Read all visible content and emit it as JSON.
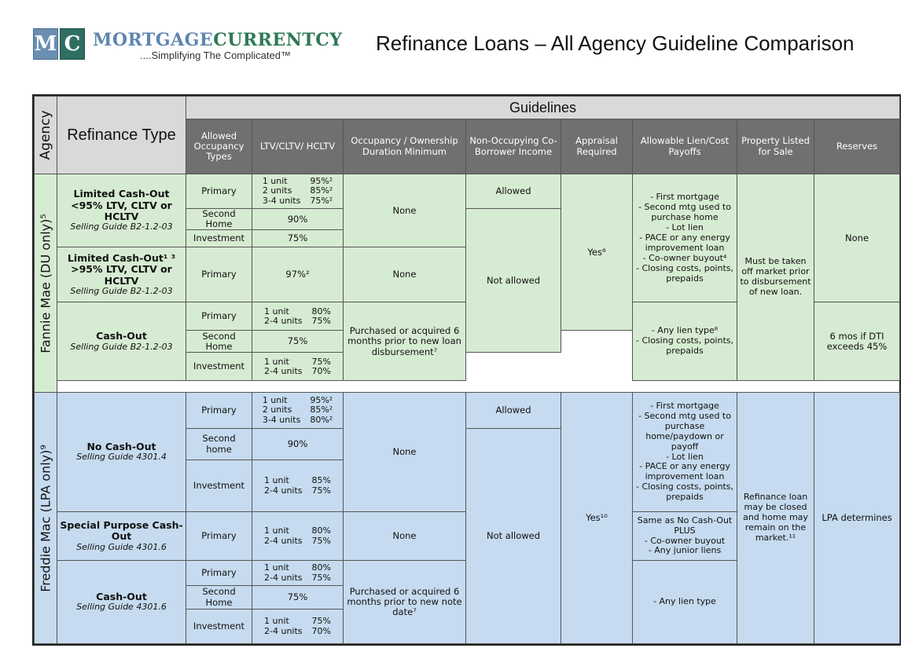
{
  "header": {
    "logo_m": "M",
    "logo_c": "C",
    "logo_name_1": "MORTGAGE",
    "logo_name_2": "CURRENTCY",
    "logo_tagline": "....Simplifying The Complicated™",
    "title": "Refinance Loans – All Agency Guideline Comparison"
  },
  "table": {
    "agency_header": "Agency",
    "refinance_header": "Refinance Type",
    "guidelines_header": "Guidelines",
    "columns": [
      "Allowed Occupancy Types",
      "LTV/CLTV/ HCLTV",
      "Occupancy / Ownership Duration Minimum",
      "Non-Occupying Co-Borrower Income",
      "Appraisal Required",
      "Allowable Lien/Cost Payoffs",
      "Property Listed for Sale",
      "Reserves"
    ],
    "fannie": {
      "agency": "Fannie Mae (DU only)⁵",
      "lco1_type": "Limited Cash-Out <95% LTV, CLTV or HCLTV",
      "lco1_sub": "Selling Guide B2-1.2-03",
      "lco1_primary": "Primary",
      "lco1_primary_ltv": [
        "1 unit",
        "95%²",
        "2 units",
        "85%²",
        "3-4 units",
        "75%²"
      ],
      "lco1_second": "Second Home",
      "lco1_second_ltv": "90%",
      "lco1_invest": "Investment",
      "lco1_invest_ltv": "75%",
      "lco_occ_dur": "None",
      "lco_nonocc": "Allowed",
      "lco2_type": "Limited Cash-Out¹ ³ >95% LTV, CLTV or HCLTV",
      "lco2_sub": "Selling Guide B2-1.2-03",
      "lco2_primary": "Primary",
      "lco2_ltv": "97%²",
      "lco2_occ_dur": "None",
      "nonocc_not": "Not allowed",
      "appraisal": "Yes⁶",
      "lco_liens": [
        "- First mortgage",
        "- Second mtg used to purchase home",
        "- Lot lien",
        "- PACE or any energy improvement loan",
        "- Co-owner buyout⁴",
        "- Closing costs, points, prepaids"
      ],
      "listed": "Must be taken off market prior to disbursement of new loan.",
      "lco_reserves": "None",
      "co_type": "Cash-Out",
      "co_sub": "Selling Guide B2-1.2-03",
      "co_primary": "Primary",
      "co_primary_ltv": [
        "1 unit",
        "80%",
        "2-4 units",
        "75%"
      ],
      "co_second": "Second Home",
      "co_second_ltv": "75%",
      "co_invest": "Investment",
      "co_invest_ltv": [
        "1 unit",
        "75%",
        "2-4 units",
        "70%"
      ],
      "co_occ_dur": "Purchased or acquired 6 months prior to new loan disbursement⁷",
      "co_liens": [
        "- Any lien type⁸",
        "- Closing costs, points, prepaids"
      ],
      "co_reserves": "6 mos if DTI exceeds 45%"
    },
    "freddie": {
      "agency": "Freddie Mac (LPA only)⁹",
      "nco_type": "No Cash-Out",
      "nco_sub": "Selling Guide 4301.4",
      "nco_primary": "Primary",
      "nco_primary_ltv": [
        "1 unit",
        "95%²",
        "2 units",
        "85%²",
        "3-4 units",
        "80%²"
      ],
      "nco_second": "Second home",
      "nco_second_ltv": "90%",
      "nco_invest": "Investment",
      "nco_invest_ltv": [
        "1 unit",
        "85%",
        "2-4 units",
        "75%"
      ],
      "nco_occ_dur": "None",
      "nco_nonocc": "Allowed",
      "nco_liens": [
        "- First mortgage",
        "- Second mtg used to purchase home/paydown or payoff",
        "- Lot lien",
        "- PACE or any energy improvement loan",
        "- Closing costs, points, prepaids"
      ],
      "sp_type": "Special Purpose Cash-Out",
      "sp_sub": "Selling Guide 4301.6",
      "sp_primary": "Primary",
      "sp_ltv": [
        "1 unit",
        "80%",
        "2-4 units",
        "75%"
      ],
      "sp_occ_dur": "None",
      "nonocc_not": "Not allowed",
      "appraisal": "Yes¹⁰",
      "sp_liens": [
        "Same as No Cash-Out PLUS",
        "- Co-owner buyout",
        "- Any junior liens"
      ],
      "listed": "Refinance loan may be closed and home may remain on the market.¹¹",
      "reserves": "LPA determines",
      "co_type": "Cash-Out",
      "co_sub": "Selling Guide 4301.6",
      "co_primary": "Primary",
      "co_primary_ltv": [
        "1 unit",
        "80%",
        "2-4 units",
        "75%"
      ],
      "co_second": "Second Home",
      "co_second_ltv": "75%",
      "co_invest": "Investment",
      "co_invest_ltv": [
        "1 unit",
        "75%",
        "2-4 units",
        "70%"
      ],
      "co_occ_dur": "Purchased or acquired 6 months prior to new note date⁷",
      "co_liens": [
        "- Any lien type"
      ]
    }
  }
}
